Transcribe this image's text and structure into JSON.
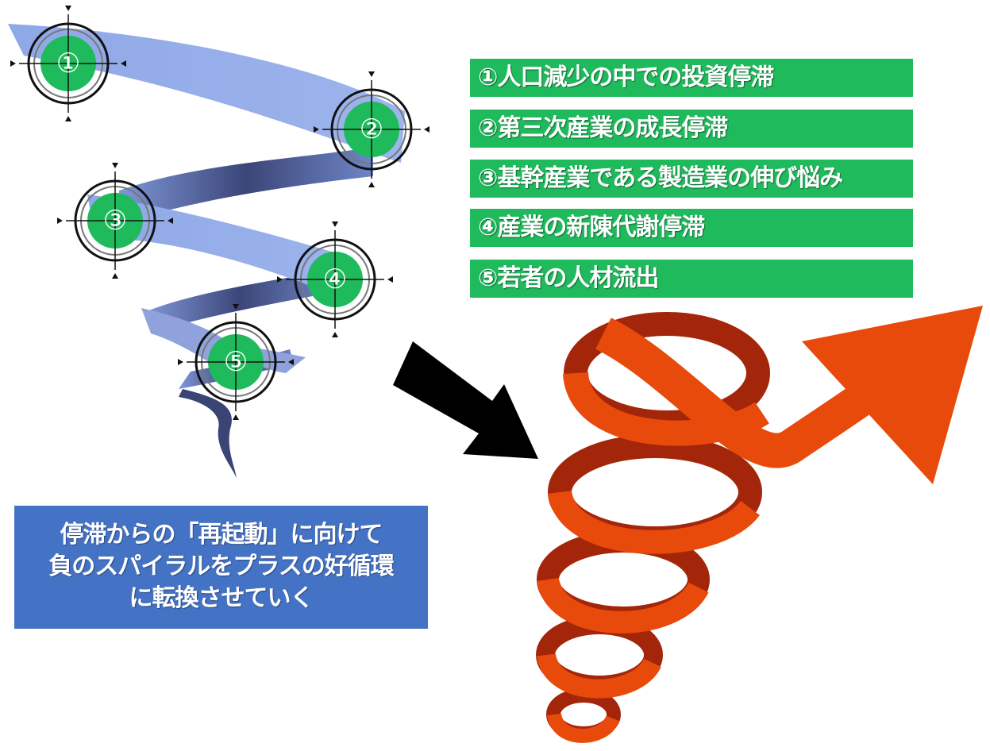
{
  "spiral_targets": [
    {
      "label": "①"
    },
    {
      "label": "②"
    },
    {
      "label": "③"
    },
    {
      "label": "④"
    },
    {
      "label": "⑤"
    }
  ],
  "issues": [
    "①人口減少の中での投資停滞",
    "②第三次産業の成長停滞",
    "③基幹産業である製造業の伸び悩み",
    "④産業の新陳代謝停滞",
    "⑤若者の人材流出"
  ],
  "message": {
    "lines": [
      "停滞からの「再起動」に向けて",
      "負のスパイラルをプラスの好循環",
      "に転換させていく"
    ]
  },
  "colors": {
    "issue_box": "#1fba5c",
    "message_box": "#4472c4",
    "downward_spiral_light": "#8fa8e6",
    "downward_spiral_dark": "#2f3a6b",
    "target_fill": "#1fba5c",
    "upward_spiral_front": "#e84a0c",
    "upward_spiral_back": "#a3260a",
    "transition_arrow": "#000000"
  },
  "icons": {
    "target": "crosshair-target-icon",
    "transition": "bold-arrow-right-down-icon"
  }
}
